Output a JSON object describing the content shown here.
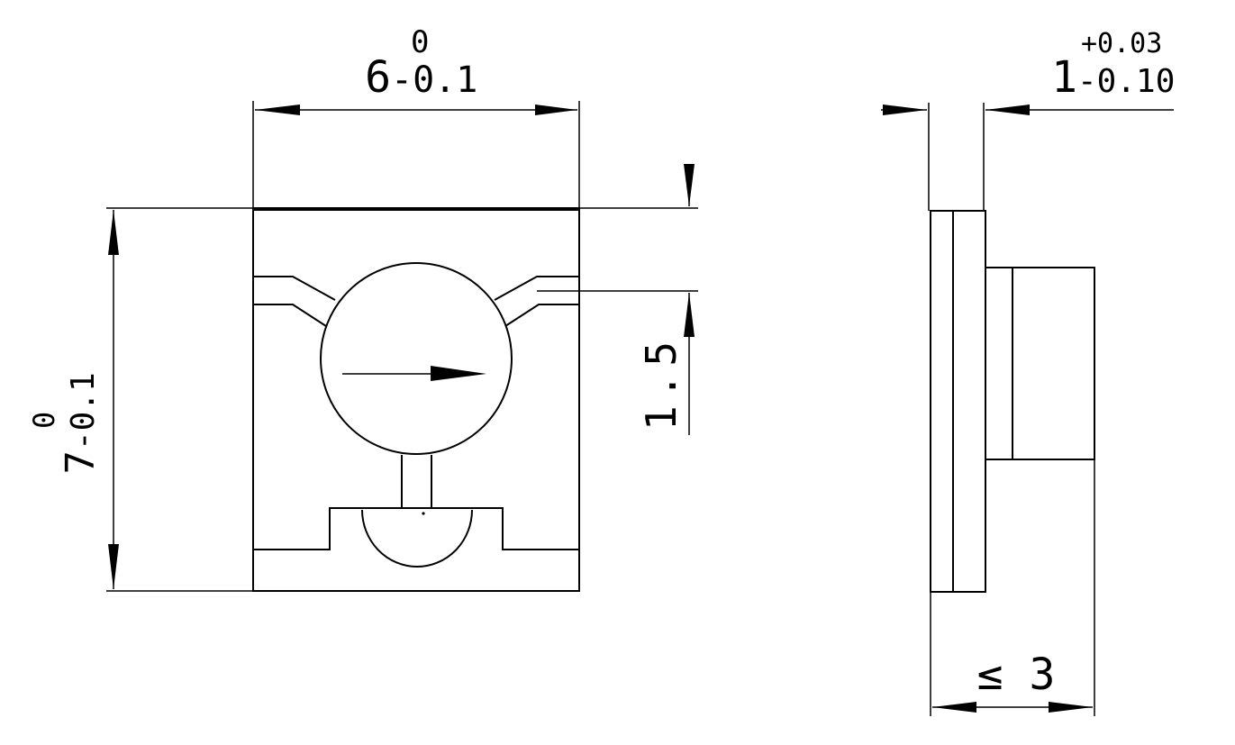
{
  "dimensions": {
    "width": {
      "nominal": "6",
      "upper": "0",
      "lower": "-0.1"
    },
    "height": {
      "nominal": "7",
      "upper": "0",
      "lower": "-0.1"
    },
    "lens_offset": {
      "value": "1.5"
    },
    "thickness": {
      "nominal": "1",
      "upper": "+0.03",
      "lower": "-0.10"
    },
    "overall_depth": {
      "value": "≤ 3"
    }
  }
}
